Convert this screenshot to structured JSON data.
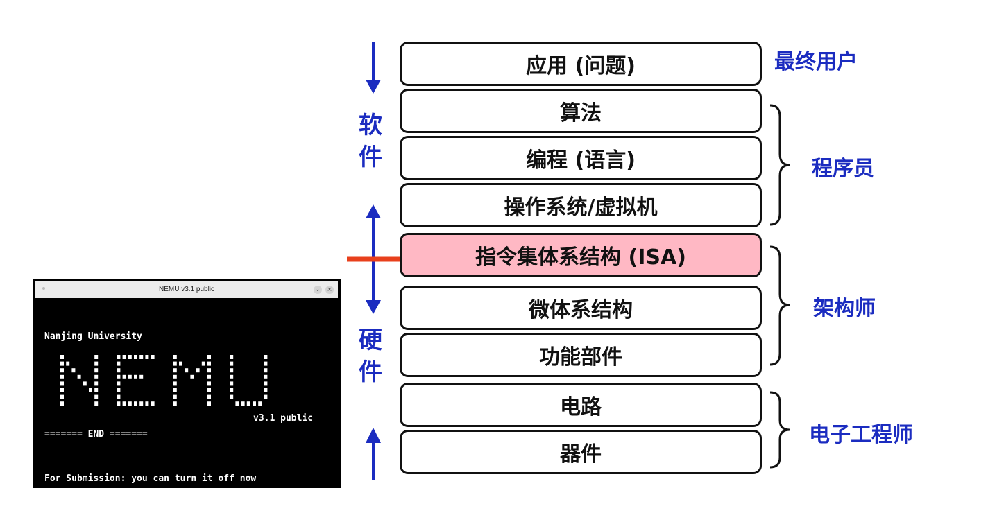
{
  "terminal": {
    "title": "NEMU v3.1 public",
    "line_university": "Nanjing University",
    "line_version": "v3.1 public",
    "line_end": "======= END =======",
    "line_submission": "For Submission: you can turn it off now"
  },
  "layers": [
    "应用 (问题)",
    "算法",
    "编程 (语言)",
    "操作系统/虚拟机",
    "指令集体系结构 (ISA)",
    "微体系结构",
    "功能部件",
    "电路",
    "器件"
  ],
  "roles": {
    "end_user": "最终用户",
    "programmer": "程序员",
    "architect": "架构师",
    "electrical_engineer": "电子工程师"
  },
  "sides": {
    "software": [
      "软",
      "件"
    ],
    "hardware": [
      "硬",
      "件"
    ]
  },
  "colors": {
    "isa_fill": "#ffb8c4",
    "label_blue": "#1b2cc0",
    "boundary_red": "#e8401c"
  }
}
